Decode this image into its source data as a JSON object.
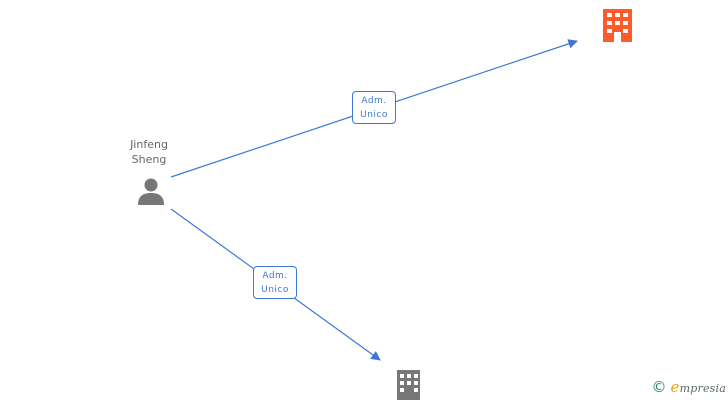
{
  "person": {
    "name": "Jinfeng\nSheng",
    "icon": "person-icon"
  },
  "companies": [
    {
      "icon": "building-icon",
      "color": "#ff5a2b"
    },
    {
      "icon": "building-icon",
      "color": "#777777"
    }
  ],
  "relations": [
    {
      "label_line1": "Adm.",
      "label_line2": "Unico",
      "color": "#3d78d8"
    },
    {
      "label_line1": "Adm.",
      "label_line2": "Unico",
      "color": "#3d78d8"
    }
  ],
  "credit": {
    "symbol": "©",
    "brand_initial": "e",
    "brand_rest": "mpresia"
  }
}
